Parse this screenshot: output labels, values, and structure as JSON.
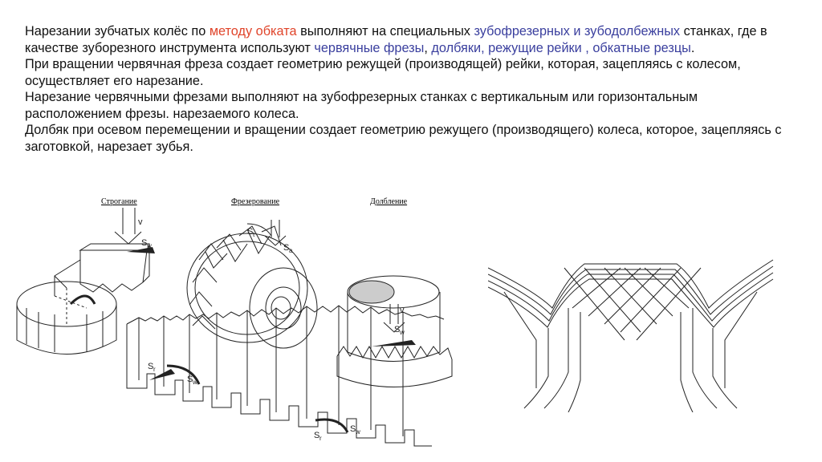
{
  "text": {
    "p1_a": "Нарезании зубчатых колёс по ",
    "p1_b": "методу обката",
    "p1_c": " выполняют на специальных ",
    "p1_d": "зубофрезерных  и зубодолбежных",
    "p1_e": " станках, где в качестве зуборезного инструмента используют ",
    "p1_f": "червячные фрезы",
    "p1_g": ", ",
    "p1_h": "долбяки, режущие рейки ,",
    "p1_i": " ",
    "p1_j": "обкатные резцы",
    "p1_k": ".",
    "p2": "При вращении червячная фреза создает геометрию режущей (производящей) рейки, которая, зацепляясь с колесом, осуществляет его нарезание.",
    "p3": "Нарезание червячными фрезами выполняют на зубофрезерных станках с вертикальным или горизонтальным расположением фрезы. нарезаемого колеса.",
    "p4": "Долбяк при осевом перемещении и вращении создает геометрию режущего (производящего) колеса, которое, зацепляясь с заготовкой,  нарезает зубья."
  },
  "figure": {
    "caption_planing": "Строгание",
    "caption_milling": "Фрезерование",
    "caption_shaping": "Долбление",
    "label_v1": "v",
    "label_sw1": "S",
    "label_sw1_sub": "w",
    "label_st": "S",
    "label_st_sub": "t",
    "label_sa": "S",
    "label_sa_sub": "a",
    "label_v2": "v",
    "label_sw2": "S",
    "label_sw2_sub": "w",
    "label_sr1": "S",
    "label_sr1_sub": "r",
    "label_sw3": "S",
    "label_sw3_sub": "w",
    "label_sr2": "S",
    "label_sr2_sub": "r",
    "label_sw4": "S",
    "label_sw4_sub": "w"
  },
  "colors": {
    "text": "#111111",
    "accent_red": "#e0442a",
    "accent_blue": "#3a3f9e"
  }
}
